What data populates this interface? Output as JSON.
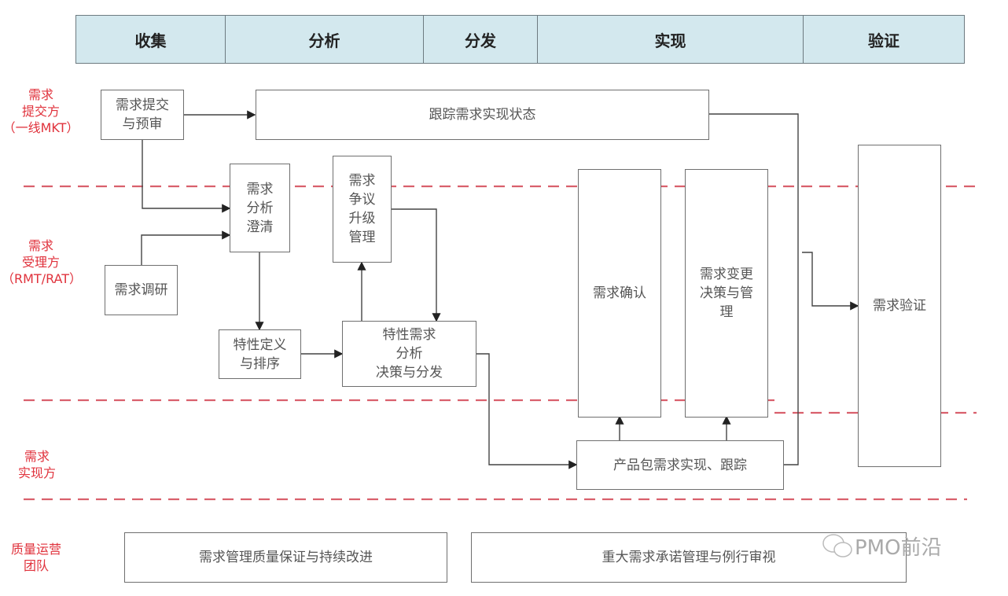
{
  "phases": [
    "收集",
    "分析",
    "分发",
    "实现",
    "验证"
  ],
  "lanes": [
    {
      "label": "需求\n提交方\n（一线MKT）"
    },
    {
      "label": "需求\n受理方\n（RMT/RAT）"
    },
    {
      "label": "需求\n实现方"
    },
    {
      "label": "质量运营\n团队"
    }
  ],
  "boxes": {
    "submit": "需求提交\n与预审",
    "track_status": "跟踪需求实现状态",
    "research": "需求调研",
    "clarify": "需求\n分析\n澄清",
    "dispute": "需求\n争议\n升级\n管理",
    "feature_def": "特性定义\n与排序",
    "feature_decision": "特性需求\n分析\n决策与分发",
    "confirm": "需求确认",
    "change": "需求变更\n决策与管\n理",
    "verify": "需求验证",
    "package": "产品包需求实现、跟踪",
    "qa": "需求管理质量保证与持续改进",
    "commit": "重大需求承诺管理与例行审视"
  },
  "watermark": "PMO前沿",
  "colors": {
    "lane_label": "#e0323c",
    "divider": "#d9606c",
    "phase_bg": "#d3e8ee"
  }
}
